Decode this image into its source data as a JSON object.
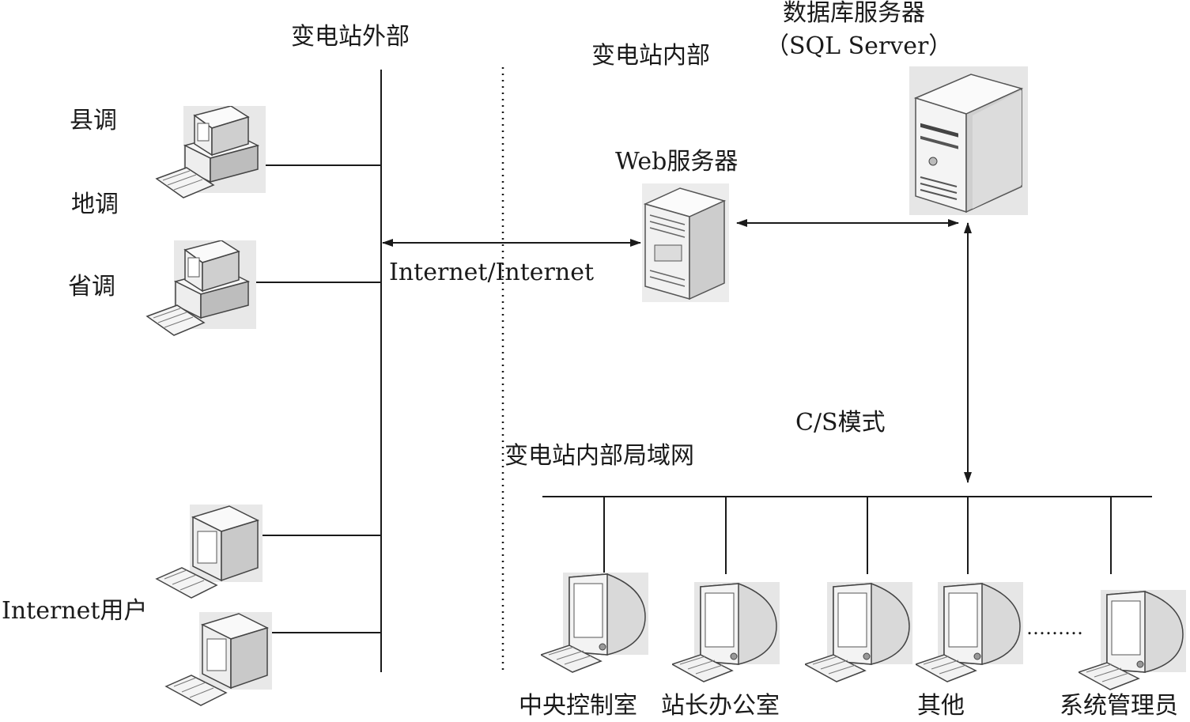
{
  "zones": {
    "outside": "变电站外部",
    "inside": "变电站内部",
    "lan": "变电站内部局域网"
  },
  "servers": {
    "db_title": "数据库服务器",
    "db_subtitle": "（SQL Server）",
    "web": "Web服务器"
  },
  "links": {
    "internet": "Internet/Internet",
    "cs_mode": "C/S模式"
  },
  "external_clients": {
    "county": "县调",
    "district": "地调",
    "province": "省调",
    "internet_users": "Internet用户"
  },
  "lan_clients": {
    "control_room": "中央控制室",
    "station_office": "站长办公室",
    "other": "其他",
    "ellipsis": "………",
    "admin": "系统管理员"
  },
  "colors": {
    "line": "#1a1a1a",
    "device_light": "#f2f2f2",
    "device_mid": "#c8c8c8",
    "device_dark": "#8a8a8a"
  }
}
